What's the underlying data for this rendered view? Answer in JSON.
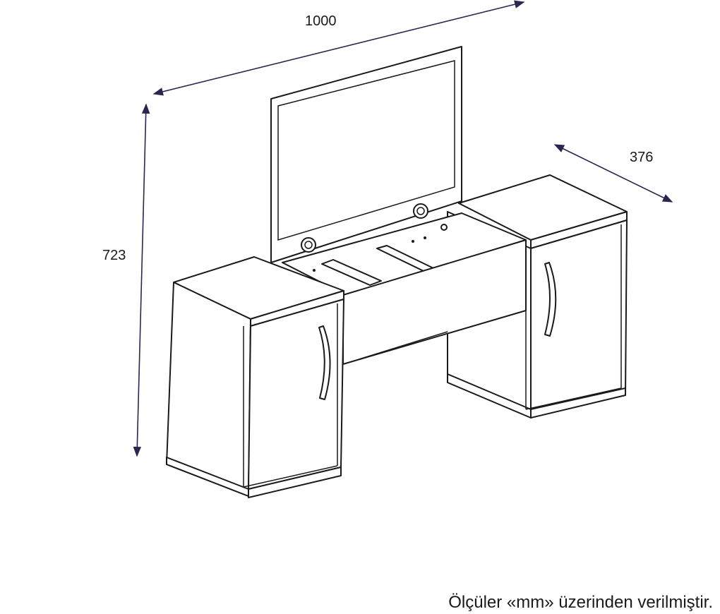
{
  "dimensions": {
    "width": "1000",
    "height": "723",
    "depth": "376"
  },
  "footnote": "Ölçüler «mm» üzerinden verilmiştir.",
  "colors": {
    "line": "#1a1a1a",
    "dimension_line": "#2a2650",
    "background": "#ffffff"
  }
}
